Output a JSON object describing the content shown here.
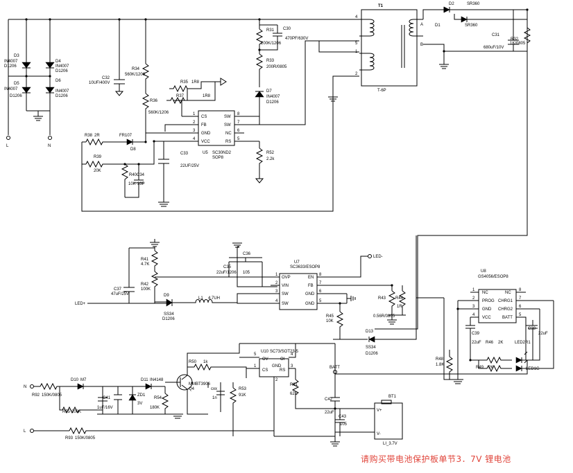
{
  "labels": {
    "t1": "T1",
    "t1_type": "T-6P",
    "t1_pins": [
      "4",
      "5",
      "1",
      "2",
      "A",
      "B"
    ],
    "d2": "D2",
    "d2_val": "SR360",
    "d1": "D1",
    "d1_val": "SR360",
    "c31": "C31",
    "c31_val": "680uF/10V",
    "r32": "R32",
    "r32_val": "1K/0805",
    "r31": "R31",
    "r31_val": "200K/1206",
    "c30": "C30",
    "c30_val": "470PF/630V",
    "r33": "R33",
    "r33_val": "200R/0805",
    "d7": "D7",
    "d7_val": "IN4007",
    "d7_pkg": "D1206",
    "r34": "R34",
    "r34_val": "560K/1206",
    "r36": "R36",
    "r36_val": "560K/1206",
    "c32": "C32",
    "c32_val": "10UF/400V",
    "r35": "R35",
    "r35_val": "1R8",
    "r37": "R37",
    "r37_val": "1R8",
    "u5": "U5",
    "u5_part": "SC30ND2",
    "u5_pkg": "SOP8",
    "u5_pins_l": [
      "CS",
      "FB",
      "GND",
      "VCC"
    ],
    "u5_pins_r": [
      "SW",
      "SW",
      "NC",
      "RS"
    ],
    "u5_nums_l": [
      "1",
      "2",
      "3",
      "4"
    ],
    "u5_nums_r": [
      "8",
      "7",
      "6",
      "5"
    ],
    "r52": "R52",
    "r52_val": "2.2k",
    "r38": "R38",
    "r38_val": "2R",
    "d8": "D8",
    "d8_val": "FR107",
    "r39": "R39",
    "r39_val": "20K",
    "r40": "R40",
    "r40_val": "10K",
    "c34": "C34",
    "c34_val": "33P",
    "c33": "C33",
    "c33_val": "22UF/25V",
    "d3": "D3",
    "d3_val": "IN4007",
    "d3_pkg": "D1206",
    "d4": "D4",
    "d4_val": "IN4007",
    "d4_pkg": "D1206",
    "d5": "D5",
    "d5_val": "IN4007",
    "d5_pkg": "D1206",
    "d6": "D6",
    "d6_val": "IN4007",
    "d6_pkg": "D1206",
    "l_in": "L",
    "n_in": "N",
    "r41": "R41",
    "r41_val": "4.7K",
    "r42": "R42",
    "r42_val": "100K",
    "c37": "C37",
    "c37_val": "47uF/25V",
    "c35": "C35",
    "c35_val": "22uF/1206",
    "c36": "C36",
    "c36_val": "105",
    "u7": "U7",
    "u7_part": "SC3633/ESOP8",
    "u7_pins_l": [
      "OVP",
      "VIN",
      "SW",
      "SW"
    ],
    "u7_pins_r": [
      "EN",
      "FB",
      "GND",
      "GND"
    ],
    "u7_nums_l": [
      "1",
      "2",
      "3",
      "4"
    ],
    "u7_nums_r": [
      "8",
      "7",
      "6",
      "5"
    ],
    "led_minus": "LED-",
    "led_plus": "LED+",
    "d9": "D9",
    "d9_val": "SS34",
    "d9_pkg": "D1206",
    "l1": "L1",
    "l1_val": "4.7UH",
    "r43": "R43",
    "r43_val": "0.56R/0805",
    "r44": "R44",
    "r44_val": "1R",
    "r45": "R45",
    "r45_val": "10K",
    "d13": "D13",
    "d13_val": "SS34",
    "d13_pkg": "D1206",
    "u8": "U8",
    "u8_part": "GS4056/ESOP8",
    "u8_pins_l": [
      "NC",
      "PROG",
      "GND",
      "VCC"
    ],
    "u8_pins_r": [
      "NC",
      "CHRG1",
      "CHRG2",
      "BATT"
    ],
    "u8_nums_l": [
      "1",
      "2",
      "3",
      "4"
    ],
    "u8_nums_r": [
      "8",
      "7",
      "6",
      "5"
    ],
    "c38": "C38",
    "c38_val": "22uF",
    "c39": "C39",
    "c39_val": "22uF",
    "r46": "R46",
    "r46_val": "2K",
    "r49": "R49",
    "r49_val": "2K",
    "r48": "R48",
    "r48_val": "1.8K",
    "led2r1": "LED2R1",
    "led1g": "LED1G",
    "u10": "U10",
    "u10_part": "SC73/SOT23-5",
    "u10_pins": [
      "OV",
      "OI",
      "CS",
      "RS",
      "GND"
    ],
    "u10_nums": [
      "5",
      "4",
      "1",
      "3",
      "2"
    ],
    "batt": "BATT",
    "r50": "R50",
    "r50_val": "1k",
    "d10": "D10",
    "d10_val": "M7",
    "d11": "D11",
    "d11_val": "IN4148",
    "q4": "Q4",
    "q4_val": "MMBT3906",
    "r92": "R92",
    "r92_val": "150K/0805",
    "r55": "R55",
    "r55_val": "200K",
    "c41": "C41",
    "c41_val": "1uF/16V",
    "zd1": "ZD1",
    "zd1_val": "3V",
    "r54": "R54",
    "r54_val": "180K",
    "cxx": "cxx",
    "cxx_val": "1n",
    "r53": "R53",
    "r53_val": "91K",
    "r91": "R91",
    "r91_val": "62K",
    "c42": "C42",
    "c42_val": "22uF",
    "c43": "C43",
    "c43_val": "105",
    "r93": "R93",
    "r93_val": "150K/0805",
    "bt1": "BT1",
    "bt1_type": "LI_3.7V",
    "bt1_pos": "V+",
    "bt1_neg": "V-",
    "n_low": "N",
    "l_low": "L"
  },
  "footer": "请购买带电池保护板单节3．7V 锂电池",
  "colors": {
    "wire": "#000000",
    "footer": "#e0443a",
    "background": "#ffffff"
  }
}
